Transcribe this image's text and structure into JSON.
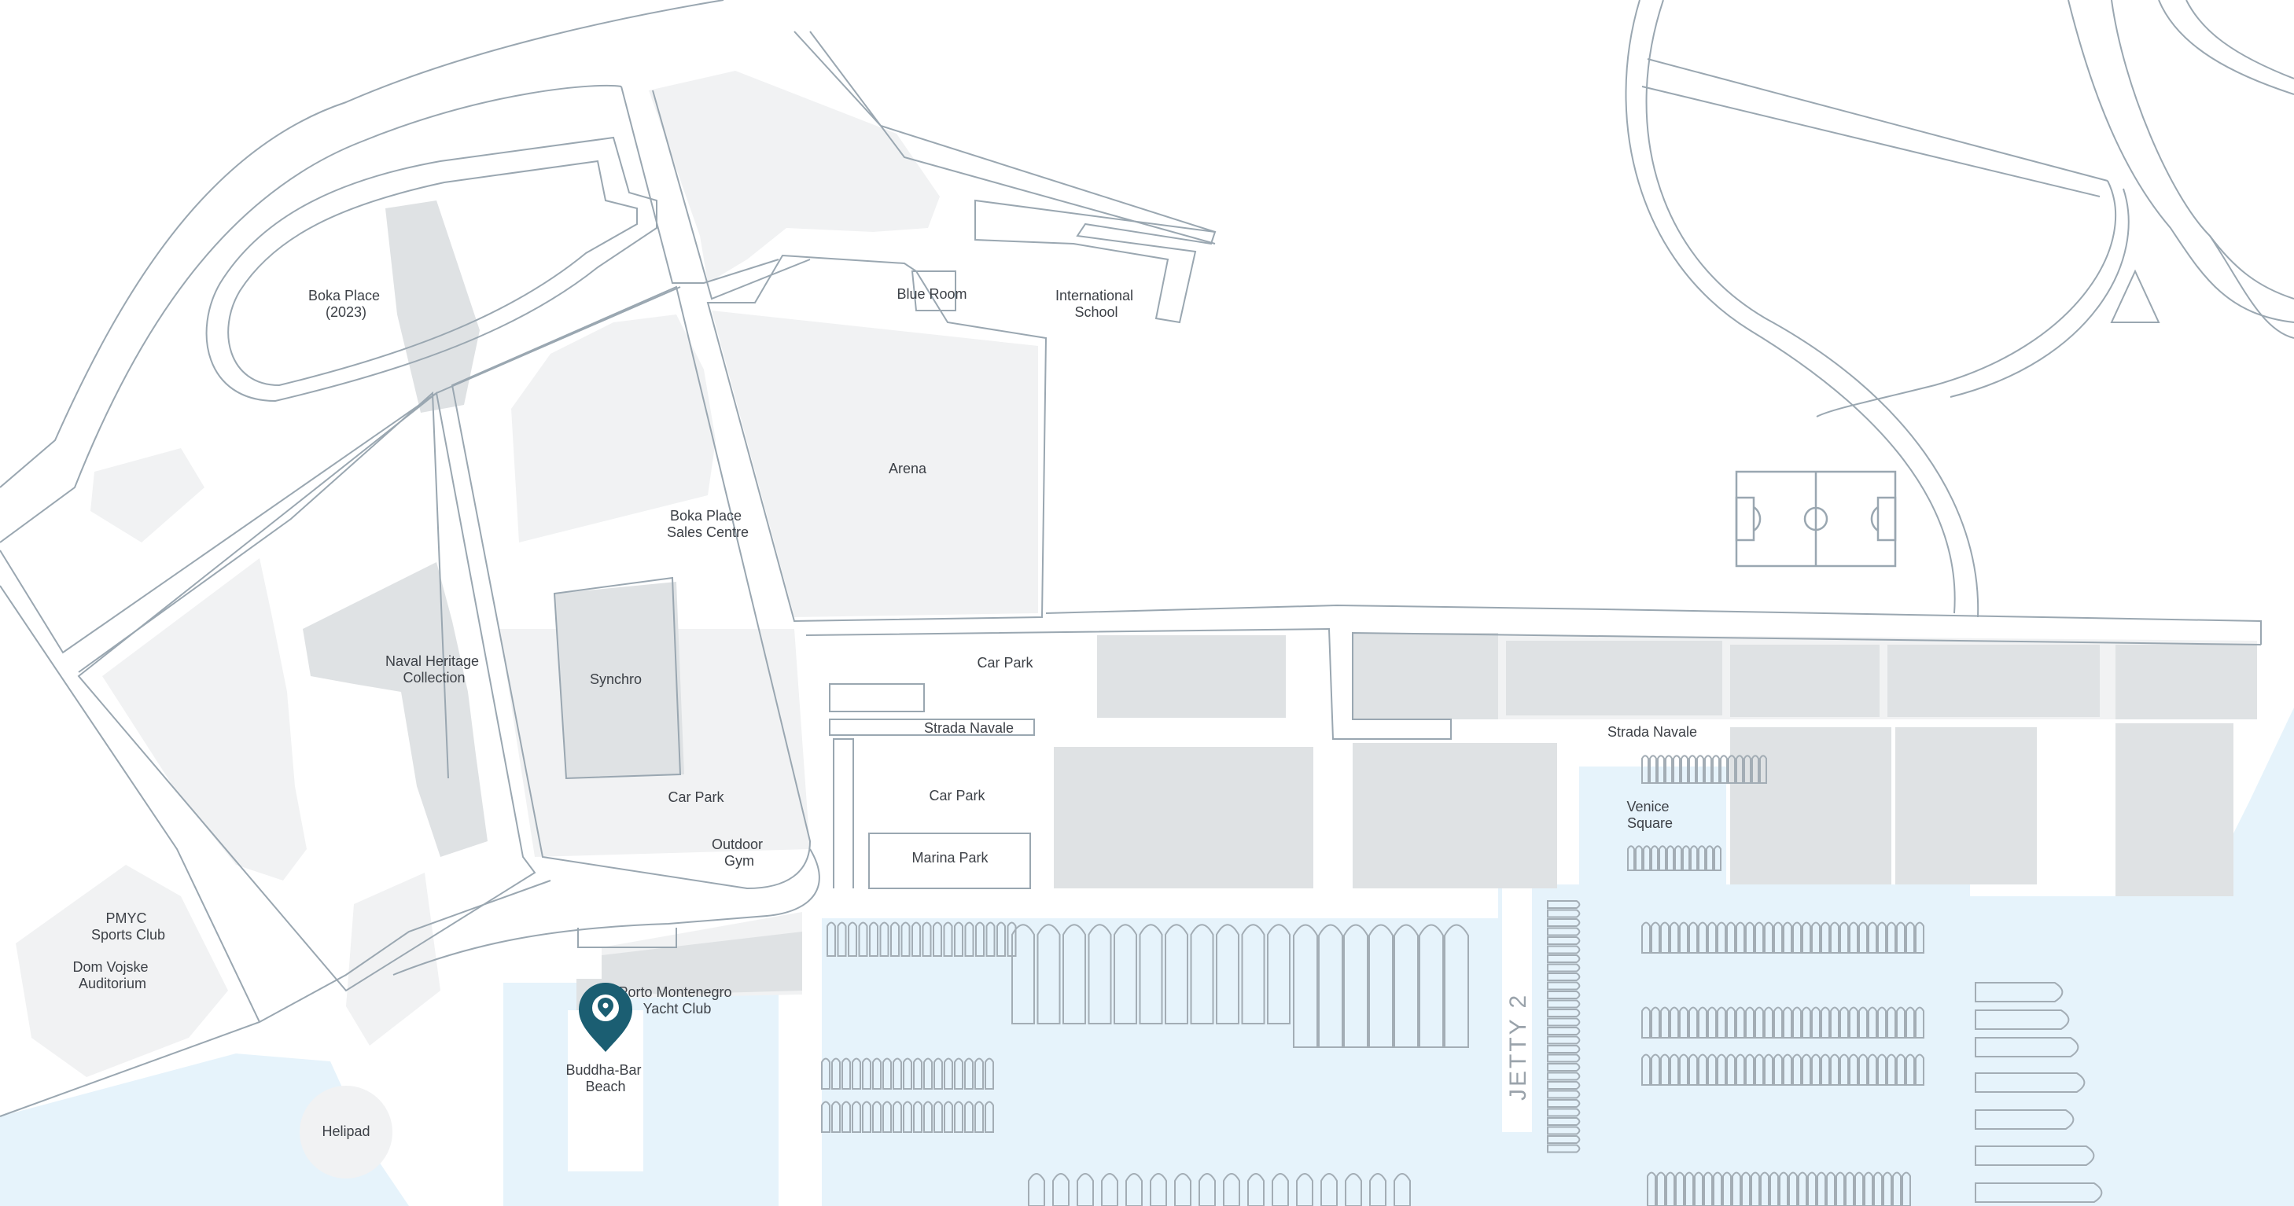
{
  "colors": {
    "background": "#ffffff",
    "water": "#e6f3fb",
    "block": "#f1f2f3",
    "building": "#dfe2e4",
    "road_outline": "#9aa7b1",
    "label": "#3d4147",
    "pin": "#1b5e72",
    "boat": "#a3adb5"
  },
  "icons": {
    "marker": "map-pin-icon",
    "football_pitch": "football-pitch-icon",
    "boat": "boat-icon"
  },
  "selected_place": "Buddha-Bar Beach",
  "labels": {
    "boka_place": [
      "Boka Place",
      "(2023)"
    ],
    "blue_room": [
      "Blue Room"
    ],
    "international_school": [
      "International",
      "School"
    ],
    "arena": [
      "Arena"
    ],
    "boka_place_sales_centre": [
      "Boka Place",
      "Sales Centre"
    ],
    "naval_heritage_collection": [
      "Naval Heritage",
      "Collection"
    ],
    "synchro": [
      "Synchro"
    ],
    "car_park_north": [
      "Car Park"
    ],
    "strada_navale_west": [
      "Strada Navale"
    ],
    "strada_navale_east": [
      "Strada Navale"
    ],
    "car_park_west": [
      "Car Park"
    ],
    "car_park_center": [
      "Car Park"
    ],
    "outdoor_gym": [
      "Outdoor",
      "Gym"
    ],
    "marina_park": [
      "Marina Park"
    ],
    "venice_square": [
      "Venice",
      "Square"
    ],
    "pmyc_sports_club": [
      "PMYC",
      "Sports Club"
    ],
    "dom_vojske_auditorium": [
      "Dom Vojske",
      "Auditorium"
    ],
    "porto_montenegro_yacht_club": [
      "Porto Montenegro",
      "Yacht Club"
    ],
    "buddha_bar_beach": [
      "Buddha-Bar",
      "Beach"
    ],
    "helipad": [
      "Helipad"
    ],
    "jetty_2": [
      "JETTY 2"
    ]
  }
}
